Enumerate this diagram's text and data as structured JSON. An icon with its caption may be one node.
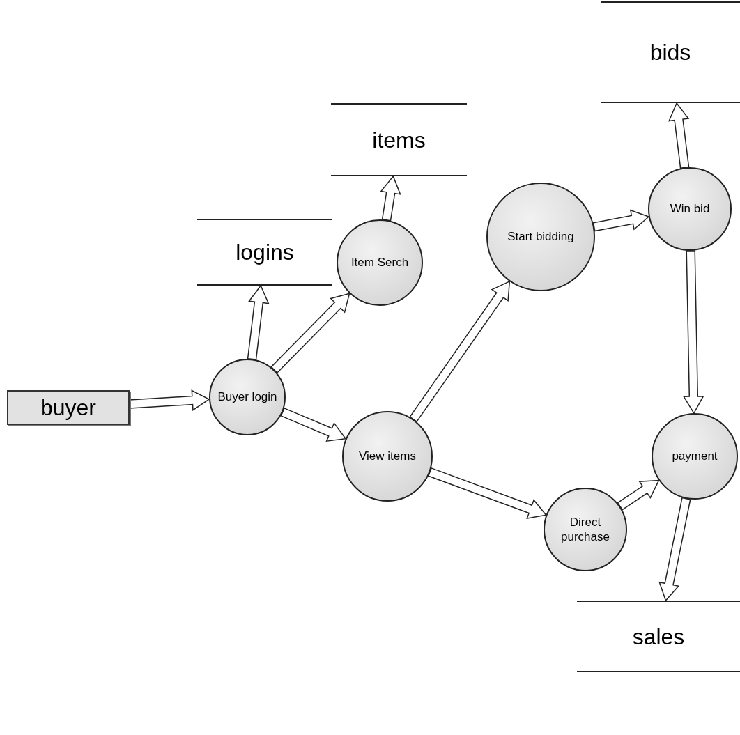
{
  "diagram": {
    "nodes": [
      {
        "text": [
          "buyer"
        ]
      },
      {
        "text": [
          "Buyer login"
        ]
      },
      {
        "text": [
          "logins"
        ]
      },
      {
        "text": [
          "Item Serch"
        ]
      },
      {
        "text": [
          "items"
        ]
      },
      {
        "text": [
          "View items"
        ]
      },
      {
        "text": [
          "Start bidding"
        ]
      },
      {
        "text": [
          "bids"
        ]
      },
      {
        "text": [
          "Win bid"
        ]
      },
      {
        "text": [
          "payment"
        ]
      },
      {
        "text": [
          "Direct purchase"
        ]
      },
      {
        "text": [
          "sales"
        ]
      }
    ],
    "edges": [
      {
        "from": 0,
        "to": 1,
        "arrow": "to"
      },
      {
        "from": 1,
        "to": 2,
        "arrow": "to"
      },
      {
        "from": 1,
        "to": 3,
        "arrow": "to"
      },
      {
        "from": 3,
        "to": 4,
        "arrow": "to"
      },
      {
        "from": 1,
        "to": 5,
        "arrow": "to"
      },
      {
        "from": 5,
        "to": 6,
        "arrow": "to"
      },
      {
        "from": 5,
        "to": 10,
        "arrow": "to"
      },
      {
        "from": 6,
        "to": 8,
        "arrow": "to"
      },
      {
        "from": 8,
        "to": 7,
        "arrow": "to"
      },
      {
        "from": 8,
        "to": 9,
        "arrow": "to"
      },
      {
        "from": 10,
        "to": 9,
        "arrow": "to"
      },
      {
        "from": 9,
        "to": 11,
        "arrow": "to"
      }
    ]
  }
}
